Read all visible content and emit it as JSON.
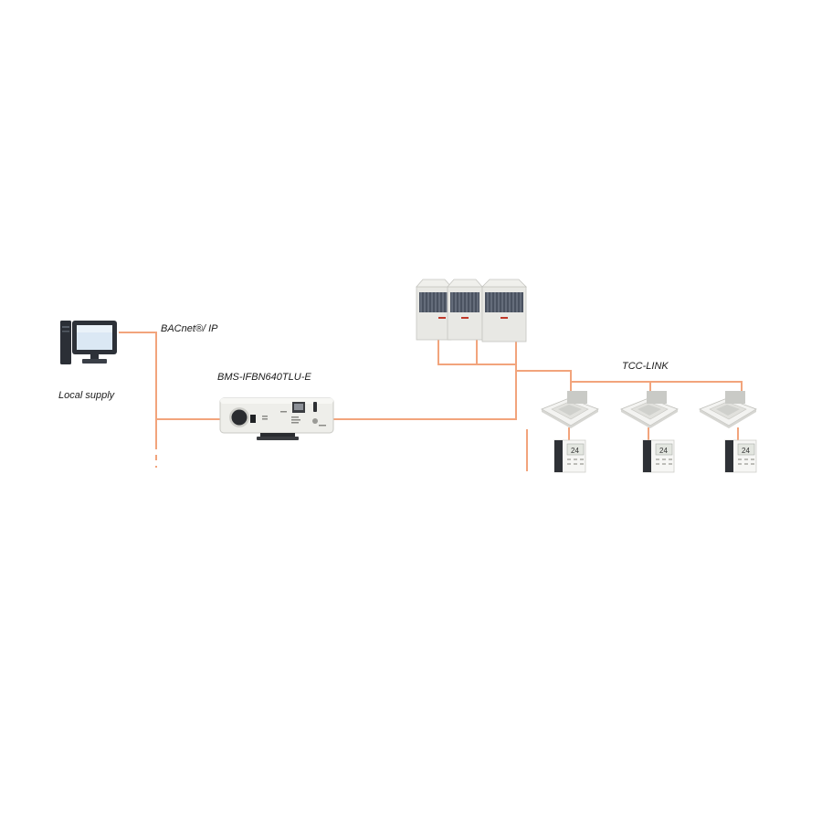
{
  "labels": {
    "protocol": "BACnet®/ IP",
    "gateway_model": "BMS-IFBN640TLU-E",
    "local_supply": "Local supply",
    "indoor_bus": "TCC-LINK"
  },
  "remote_display": {
    "temperature": "24"
  },
  "colors": {
    "wire": "#f2a47c",
    "device_body": "#eeeeea",
    "outdoor_grille": "#4a5260",
    "indoor_panel": "#f3f3f1",
    "screen": "#dbe8f4"
  },
  "icons": {
    "computer": "desktop-computer-icon",
    "gateway": "bacnet-gateway-device",
    "outdoor_unit": "vrf-outdoor-unit",
    "indoor_unit": "ceiling-cassette-unit",
    "remote": "wired-remote-controller"
  }
}
